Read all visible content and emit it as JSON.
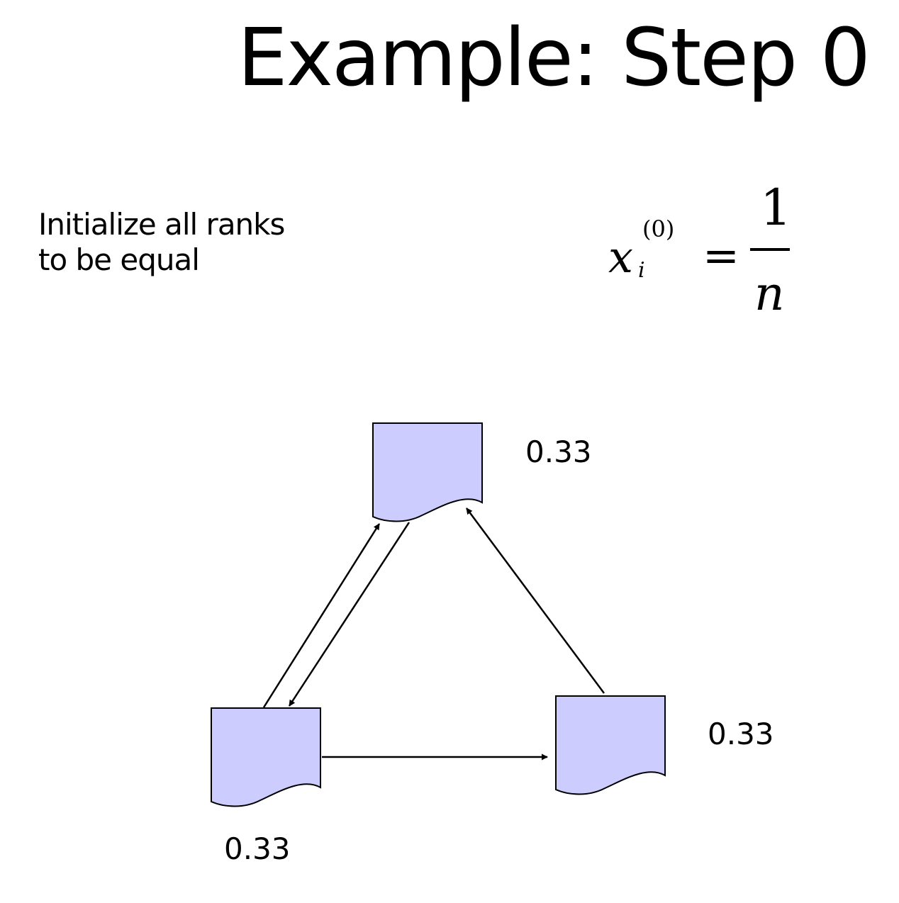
{
  "title": "Example: Step 0",
  "description": [
    "Initialize all ranks",
    "to be equal"
  ],
  "formula": {
    "variable": "x",
    "superscript": "(0)",
    "subscript": "i",
    "equals": "=",
    "numerator": "1",
    "denominator": "n"
  },
  "nodes": [
    {
      "id": "top",
      "rank": "0.33"
    },
    {
      "id": "bottom-left",
      "rank": "0.33"
    },
    {
      "id": "bottom-right",
      "rank": "0.33"
    }
  ],
  "edges": [
    {
      "from": "bottom-left",
      "to": "top"
    },
    {
      "from": "top",
      "to": "bottom-left"
    },
    {
      "from": "bottom-left",
      "to": "bottom-right"
    },
    {
      "from": "bottom-right",
      "to": "top"
    }
  ],
  "colors": {
    "node_fill": "#ccccff",
    "node_stroke": "#000000",
    "edge": "#000000"
  }
}
